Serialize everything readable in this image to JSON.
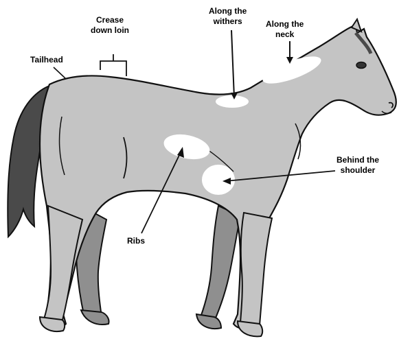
{
  "labels": {
    "crease": [
      "Crease",
      "down loin"
    ],
    "withers": [
      "Along the",
      "withers"
    ],
    "neck": [
      "Along the",
      "neck"
    ],
    "tailhead": "Tailhead",
    "behind_shoulder": [
      "Behind the",
      "shoulder"
    ],
    "ribs": "Ribs"
  },
  "colors": {
    "body": "#c4c4c4",
    "far_legs": "#8f8f8f",
    "tail": "#4a4a4a",
    "outline": "#111111",
    "spot": "#ffffff"
  }
}
